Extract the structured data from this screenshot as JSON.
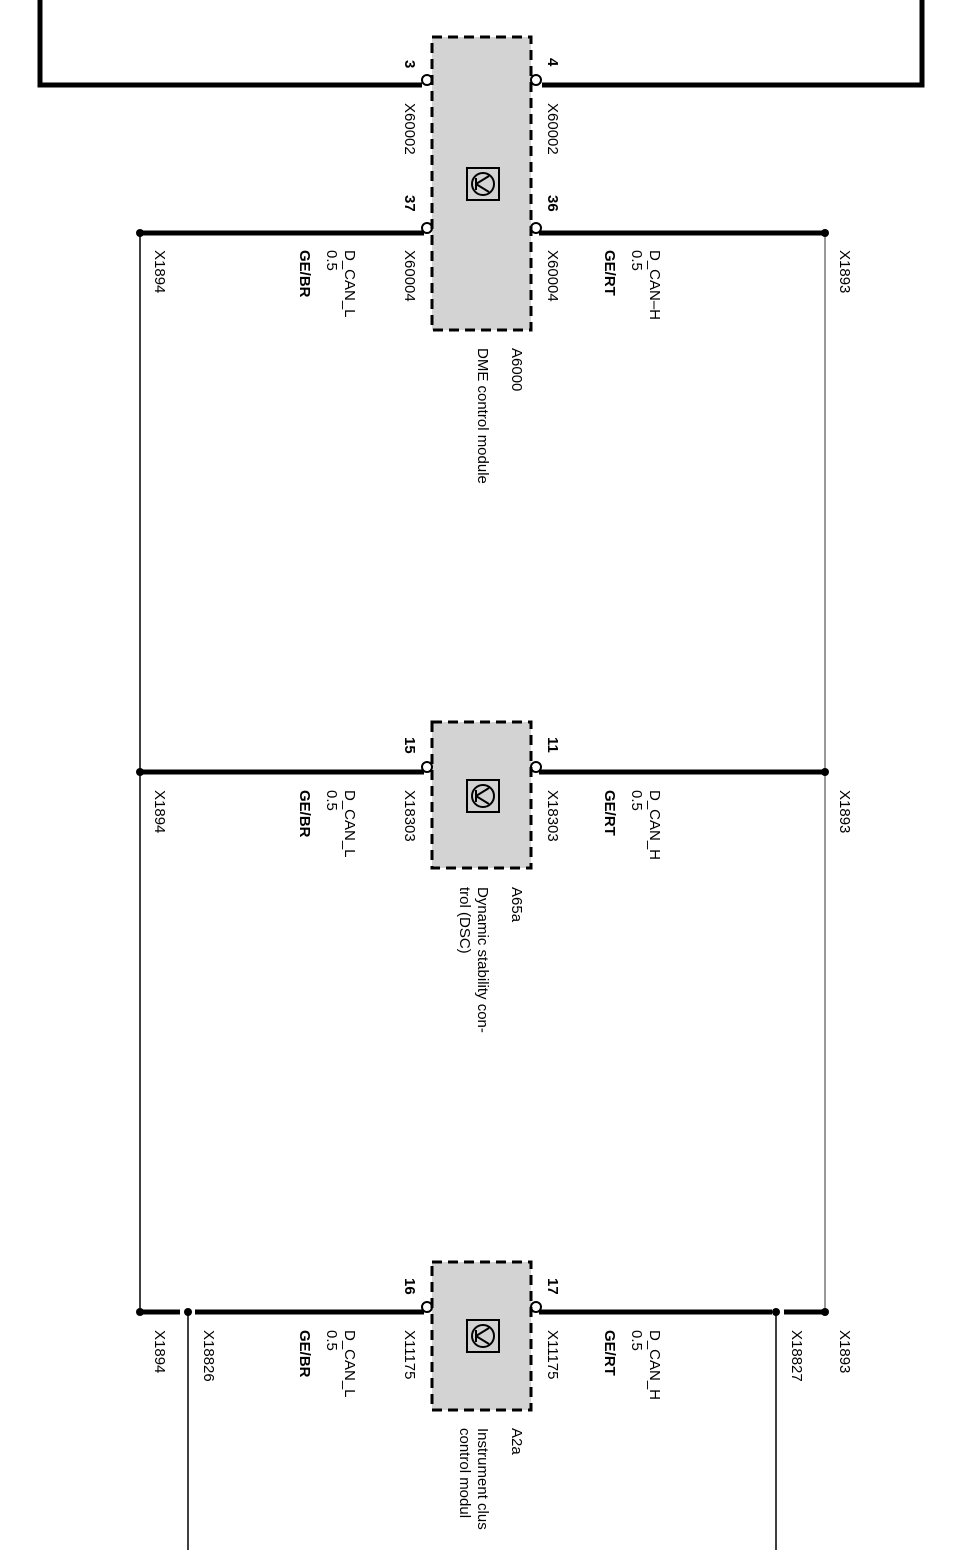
{
  "diagram": {
    "modules": [
      {
        "id": "A6000",
        "name": "DME control module",
        "top_pins": [
          {
            "pin": "3",
            "connector": "X60002"
          },
          {
            "pin": "4",
            "connector": "X60002"
          }
        ],
        "pins": [
          {
            "pin": "37",
            "connector": "X60004",
            "signal": "D_CAN_L",
            "gauge": "0.5",
            "color": "GE/BR"
          },
          {
            "pin": "36",
            "connector": "X60004",
            "signal": "D_CAN–H",
            "gauge": "0.5",
            "color": "GE/RT"
          }
        ],
        "splices": {
          "low": "X1894",
          "high": "X1893"
        }
      },
      {
        "id": "A65a",
        "name_line1": "Dynamic stability con-",
        "name_line2": "trol (DSC)",
        "pins": [
          {
            "pin": "15",
            "connector": "X18303",
            "signal": "D_CAN_L",
            "gauge": "0.5",
            "color": "GE/BR"
          },
          {
            "pin": "11",
            "connector": "X18303",
            "signal": "D_CAN_H",
            "gauge": "0.5",
            "color": "GE/RT"
          }
        ],
        "splices": {
          "low": "X1894",
          "high": "X1893"
        }
      },
      {
        "id": "A2a",
        "name_line1": "Instrument clus",
        "name_line2": "control modul",
        "pins": [
          {
            "pin": "16",
            "connector": "X11175",
            "signal": "D_CAN_L",
            "gauge": "0.5",
            "color": "GE/BR"
          },
          {
            "pin": "17",
            "connector": "X11175",
            "signal": "D_CAN_H",
            "gauge": "0.5",
            "color": "GE/RT"
          }
        ],
        "splices": {
          "low": "X1894",
          "low2": "X18826",
          "high": "X1893",
          "high2": "X18827"
        }
      }
    ]
  }
}
